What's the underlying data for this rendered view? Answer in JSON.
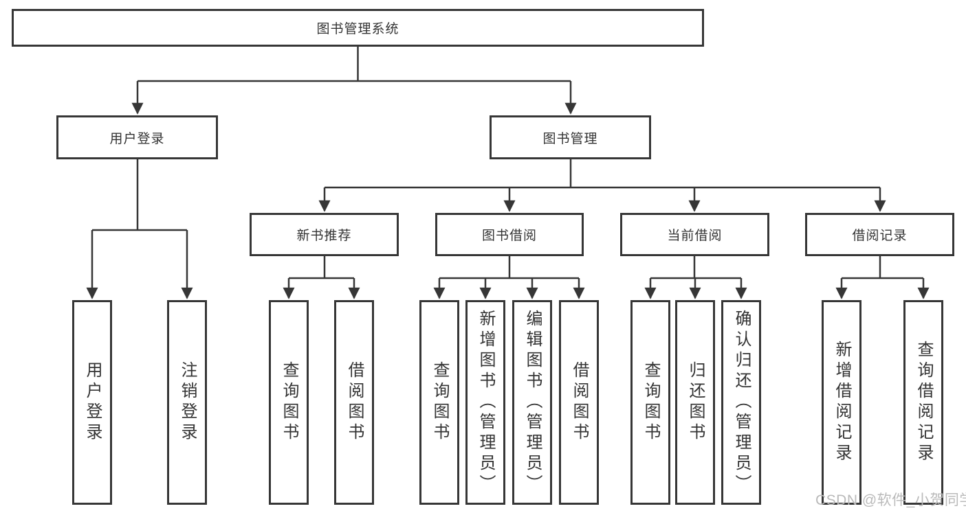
{
  "diagram": {
    "title": "图书管理系统",
    "nodes": {
      "root": "图书管理系统",
      "user_login": "用户登录",
      "book_mgmt": "图书管理",
      "new_book_rec": "新书推荐",
      "book_borrow": "图书借阅",
      "current_borrow": "当前借阅",
      "borrow_records": "借阅记录",
      "ul_login": "用户登录",
      "ul_logout": "注销登录",
      "nbr_query_book": "查询图书",
      "nbr_borrow_book": "借阅图书",
      "bb_query_book": "查询图书",
      "bb_add_book": "新增图书（管理员）",
      "bb_edit_book": "编辑图书（管理员）",
      "bb_borrow_book": "借阅图书",
      "cb_query_book": "查询图书",
      "cb_return_book": "归还图书",
      "cb_confirm_return": "确认归还（管理员）",
      "br_add_record": "新增借阅记录",
      "br_query_record": "查询借阅记录"
    },
    "edges": [
      [
        "root",
        "user_login"
      ],
      [
        "root",
        "book_mgmt"
      ],
      [
        "user_login",
        "ul_login"
      ],
      [
        "user_login",
        "ul_logout"
      ],
      [
        "book_mgmt",
        "new_book_rec"
      ],
      [
        "book_mgmt",
        "book_borrow"
      ],
      [
        "book_mgmt",
        "current_borrow"
      ],
      [
        "book_mgmt",
        "borrow_records"
      ],
      [
        "new_book_rec",
        "nbr_query_book"
      ],
      [
        "new_book_rec",
        "nbr_borrow_book"
      ],
      [
        "book_borrow",
        "bb_query_book"
      ],
      [
        "book_borrow",
        "bb_add_book"
      ],
      [
        "book_borrow",
        "bb_edit_book"
      ],
      [
        "book_borrow",
        "bb_borrow_book"
      ],
      [
        "current_borrow",
        "cb_query_book"
      ],
      [
        "current_borrow",
        "cb_return_book"
      ],
      [
        "current_borrow",
        "cb_confirm_return"
      ],
      [
        "borrow_records",
        "br_add_record"
      ],
      [
        "borrow_records",
        "br_query_record"
      ]
    ],
    "colors": {
      "line": "#363636",
      "text": "#333333",
      "background": "#ffffff",
      "watermark": "#bababa"
    },
    "watermark": "CSDN @软件_小贺同学"
  }
}
